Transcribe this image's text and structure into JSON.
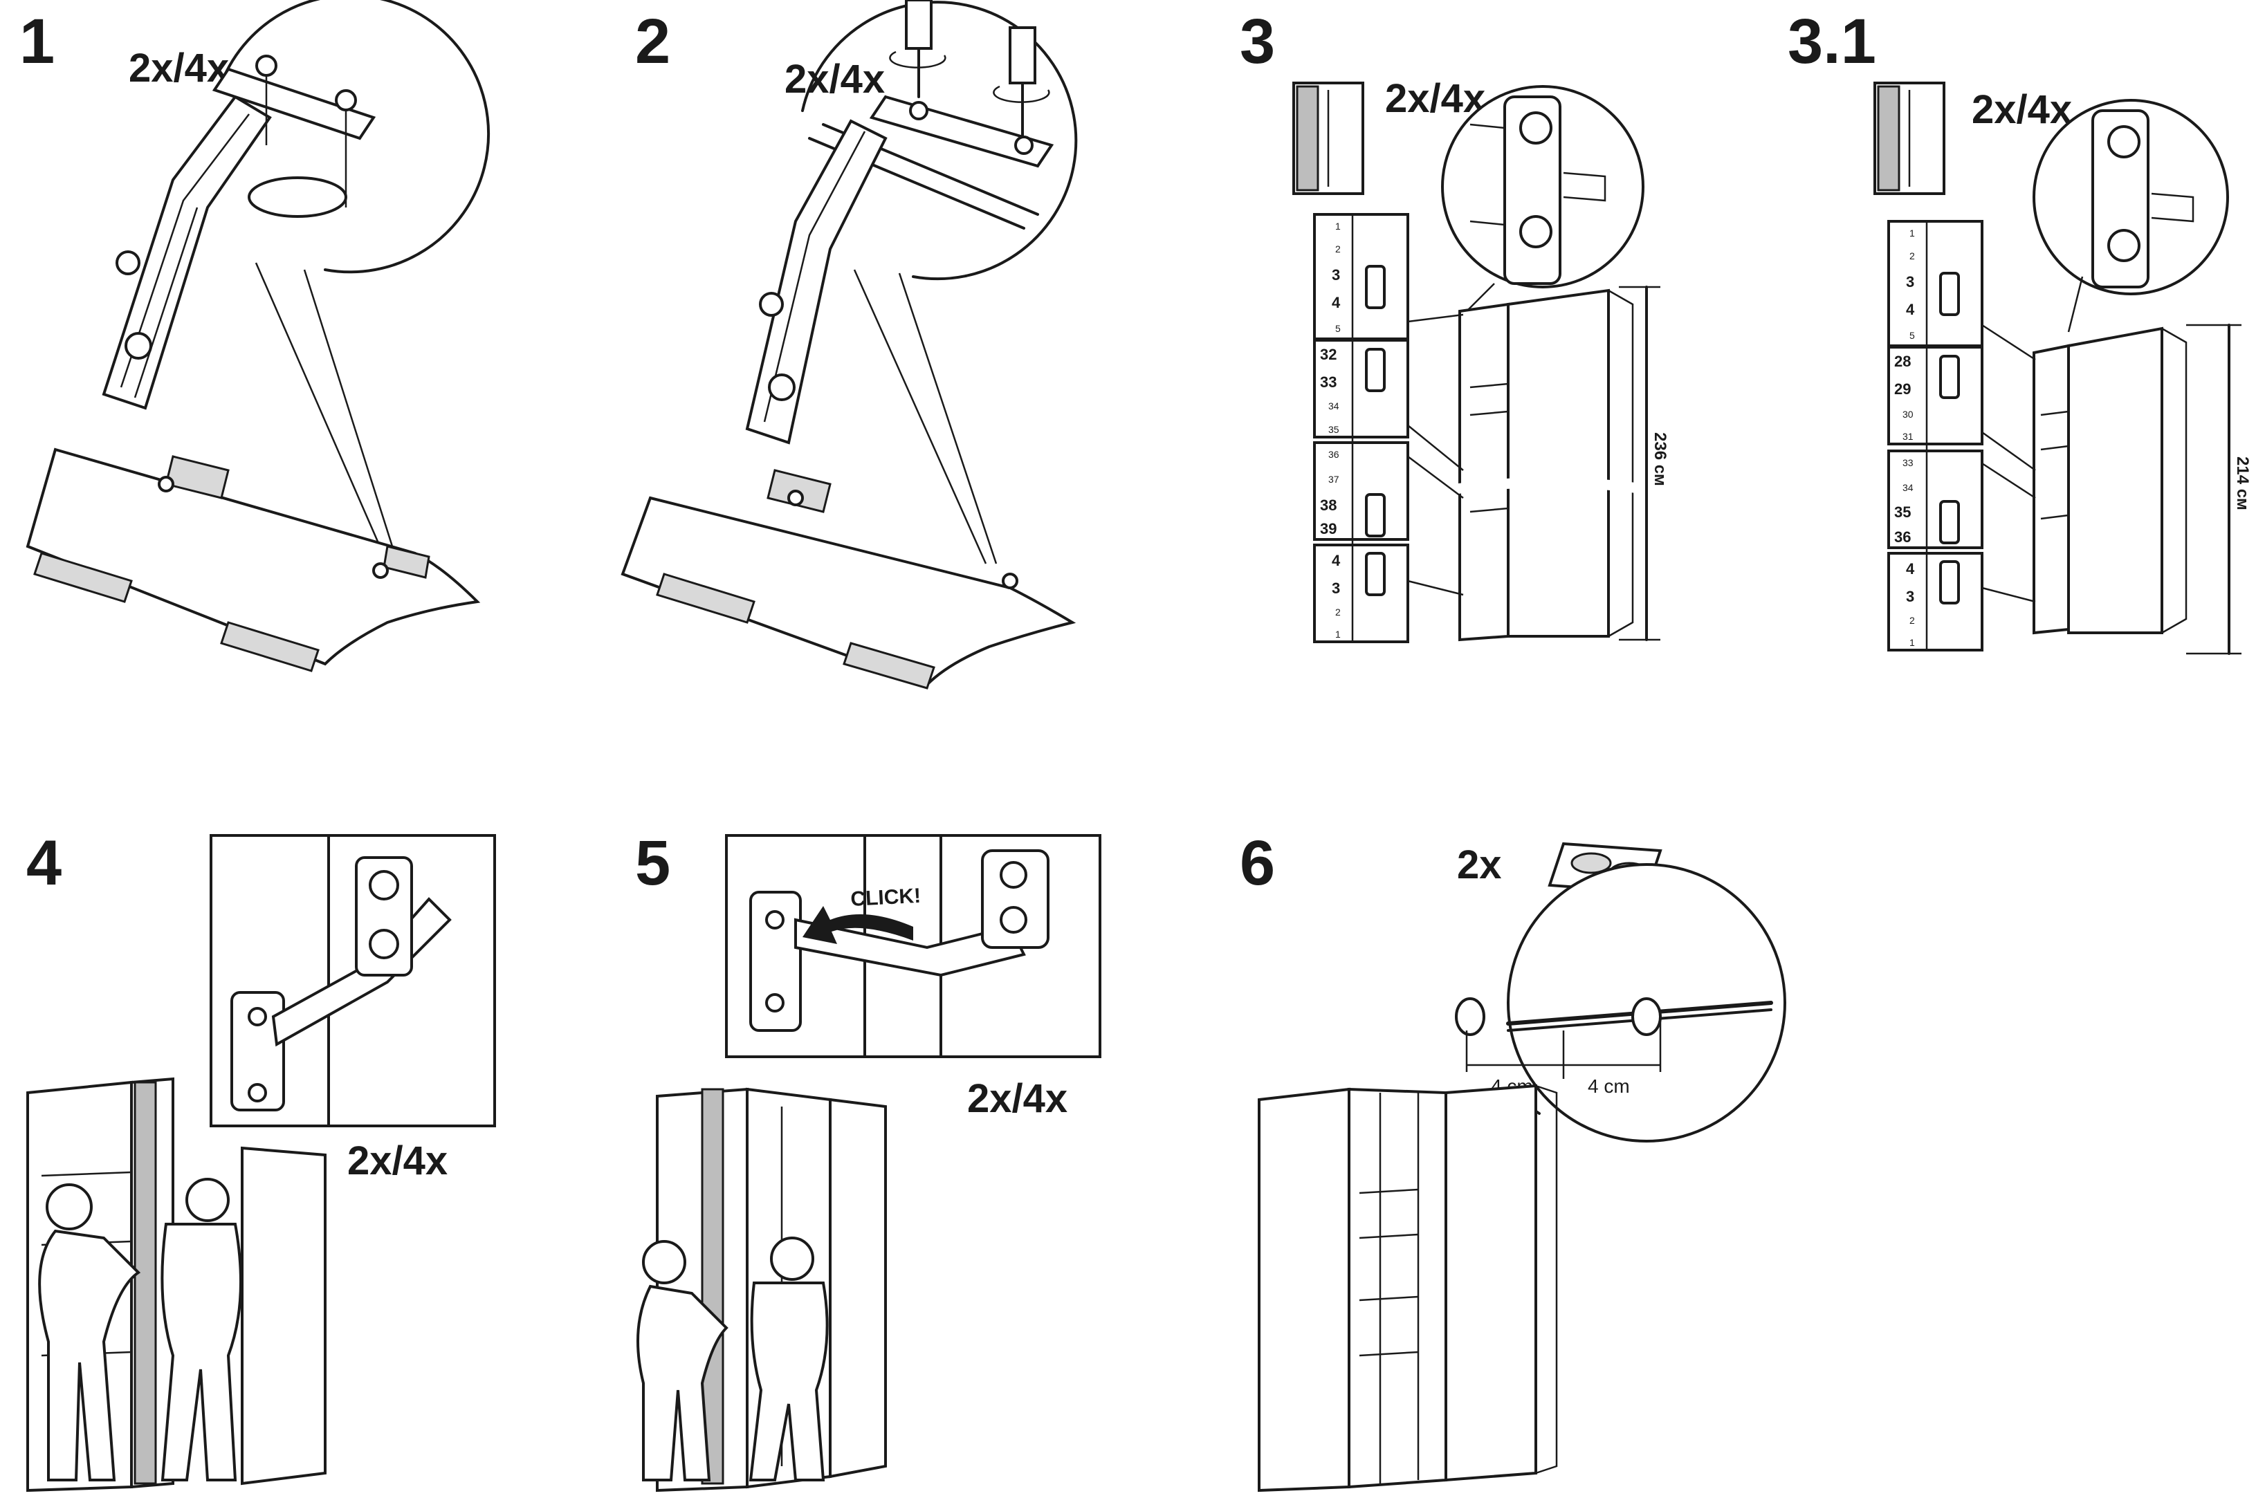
{
  "steps": [
    {
      "id": "1",
      "number": "1",
      "quantity": "2x/4x"
    },
    {
      "id": "2",
      "number": "2",
      "quantity": "2x/4x"
    },
    {
      "id": "3",
      "number": "3",
      "quantity": "2x/4x",
      "height_label": "236 см",
      "hole_panels": [
        {
          "rows": [
            "1",
            "2",
            "3",
            "4",
            "5"
          ]
        },
        {
          "rows": [
            "32",
            "33",
            "34",
            "35"
          ]
        },
        {
          "rows": [
            "36",
            "37",
            "38",
            "39"
          ]
        },
        {
          "rows": [
            "4",
            "3",
            "2",
            "1"
          ]
        }
      ]
    },
    {
      "id": "3.1",
      "number": "3.1",
      "quantity": "2x/4x",
      "height_label": "214 см",
      "hole_panels": [
        {
          "rows": [
            "1",
            "2",
            "3",
            "4",
            "5"
          ]
        },
        {
          "rows": [
            "28",
            "29",
            "30",
            "31"
          ]
        },
        {
          "rows": [
            "33",
            "34",
            "35",
            "36"
          ]
        },
        {
          "rows": [
            "4",
            "3",
            "2",
            "1"
          ]
        }
      ]
    },
    {
      "id": "4",
      "number": "4",
      "quantity": "2x/4x"
    },
    {
      "id": "5",
      "number": "5",
      "quantity": "2x/4x",
      "callout": "CLICK!"
    },
    {
      "id": "6",
      "number": "6",
      "quantity": "2x",
      "dimension_left": "4 cm",
      "dimension_right": "4 cm"
    }
  ]
}
